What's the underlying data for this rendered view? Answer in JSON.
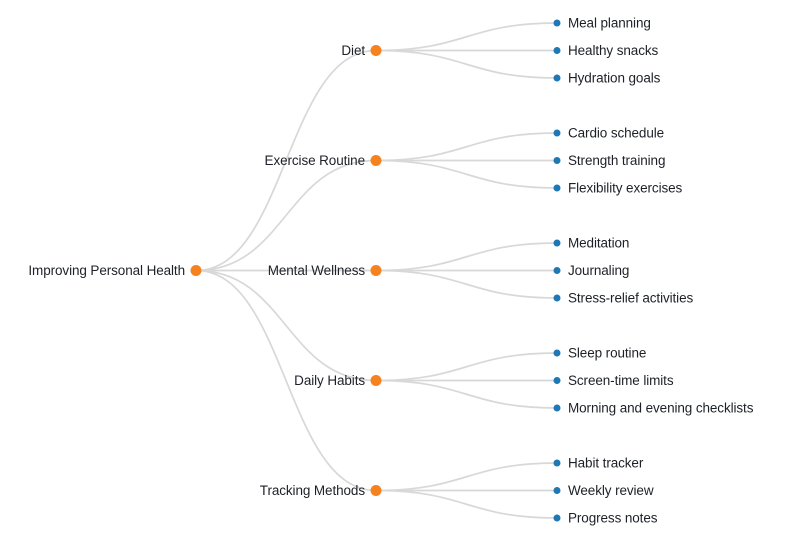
{
  "mindmap": {
    "root": {
      "label": "Improving Personal Health",
      "children": [
        {
          "label": "Diet",
          "children": [
            {
              "label": "Meal planning"
            },
            {
              "label": "Healthy snacks"
            },
            {
              "label": "Hydration goals"
            }
          ]
        },
        {
          "label": "Exercise Routine",
          "children": [
            {
              "label": "Cardio schedule"
            },
            {
              "label": "Strength training"
            },
            {
              "label": "Flexibility exercises"
            }
          ]
        },
        {
          "label": "Mental Wellness",
          "children": [
            {
              "label": "Meditation"
            },
            {
              "label": "Journaling"
            },
            {
              "label": "Stress-relief activities"
            }
          ]
        },
        {
          "label": "Daily Habits",
          "children": [
            {
              "label": "Sleep routine"
            },
            {
              "label": "Screen-time limits"
            },
            {
              "label": "Morning and evening checklists"
            }
          ]
        },
        {
          "label": "Tracking Methods",
          "children": [
            {
              "label": "Habit tracker"
            },
            {
              "label": "Weekly review"
            },
            {
              "label": "Progress notes"
            }
          ]
        }
      ]
    },
    "colors": {
      "root_dot": "#f5821f",
      "branch_dot": "#f5821f",
      "leaf_dot": "#1f77b4",
      "link": "#d8d8d8",
      "label_text": "#1d2127",
      "background": "#ffffff"
    }
  }
}
